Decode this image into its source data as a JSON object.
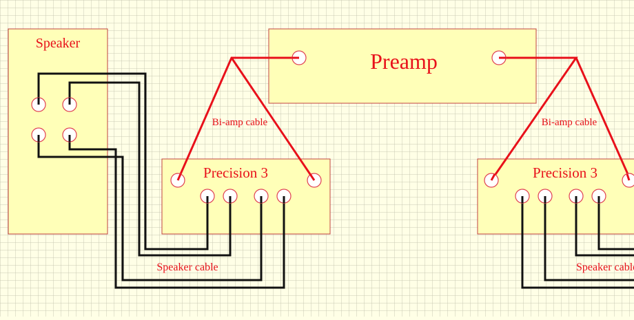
{
  "colors": {
    "background": "#ffffe6",
    "grid": "#c8c8b4",
    "box_fill": "#ffff b8",
    "box_stroke": "#c04040",
    "label": "#e8101a",
    "red_wire": "#e8101a",
    "black_wire": "#111111"
  },
  "labels": {
    "speaker": "Speaker",
    "preamp": "Preamp",
    "precision_left": "Precision 3",
    "precision_right": "Precision 3",
    "biamp_left": "Bi-amp cable",
    "biamp_right": "Bi-amp cable",
    "speaker_cable_left": "Speaker cable",
    "speaker_cable_right": "Speaker cable"
  }
}
